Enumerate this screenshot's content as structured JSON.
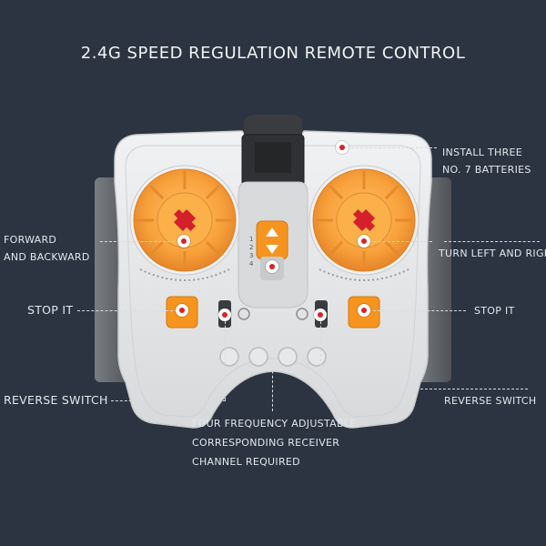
{
  "title": "2.4G SPEED REGULATION REMOTE CONTROL",
  "labels": {
    "install_line1": "INSTALL THREE",
    "install_line2": "NO. 7 BATTERIES",
    "forward_line1": "FORWARD",
    "forward_line2": "AND BACKWARD",
    "turn": "TURN LEFT AND RIGHT",
    "stop_left": "STOP IT",
    "stop_right": "STOP IT",
    "reverse_left": "REVERSE SWITCH",
    "reverse_right": "REVERSE SWITCH",
    "frequency_line1": "FOUR FREQUENCY ADJUSTABLE,",
    "frequency_line2": "CORRESPONDING RECEIVER",
    "frequency_line3": "CHANNEL REQUIRED"
  },
  "channel_numbers": [
    "1",
    "2",
    "3",
    "4"
  ],
  "colors": {
    "background": "#2b3440",
    "body": "#e6e7e8",
    "orange": "#f7941d",
    "dial_orange": "#f8a33a",
    "dark_grey": "#5e6165",
    "marker_red": "#d8232a"
  },
  "icons": [
    "battery-compartment",
    "left-dial",
    "right-dial",
    "speed-lever",
    "stop-button",
    "reverse-switch",
    "frequency-buttons"
  ]
}
